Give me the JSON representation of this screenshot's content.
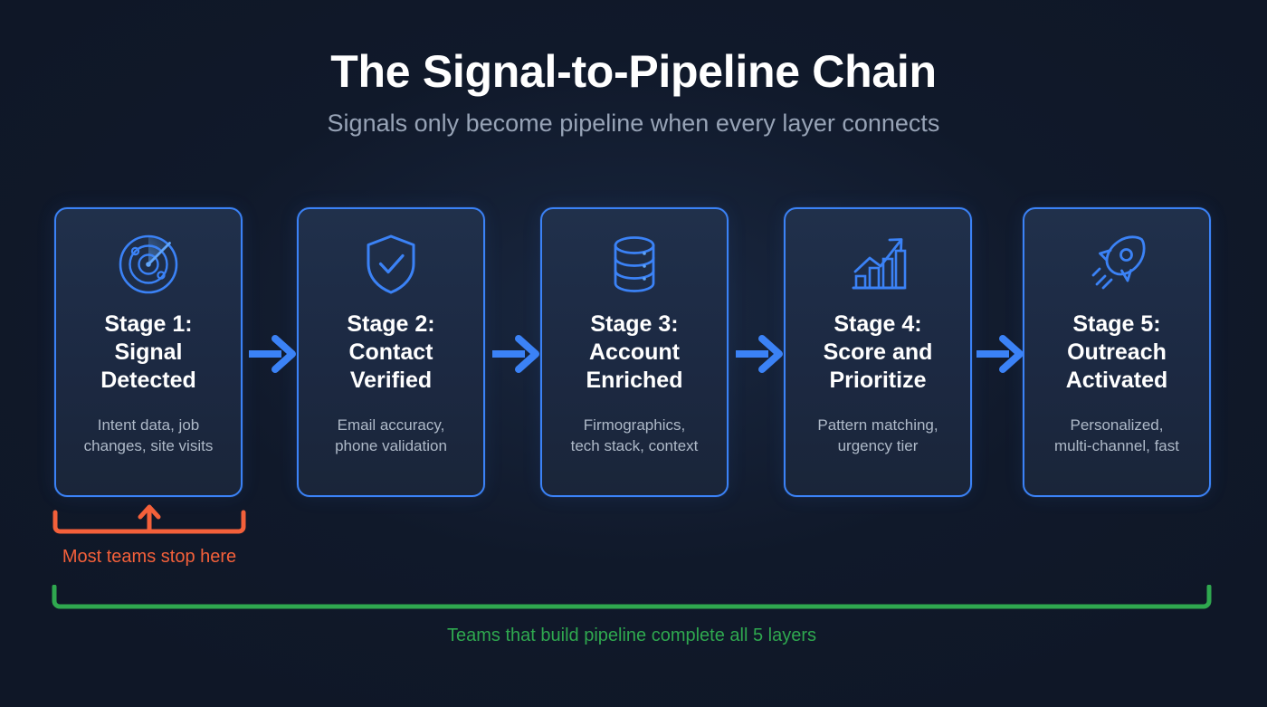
{
  "header": {
    "title": "The Signal-to-Pipeline Chain",
    "subtitle": "Signals only become pipeline when every layer connects"
  },
  "colors": {
    "background": "#0f1727",
    "card_fill": "#1c2942",
    "card_border": "#3b82f6",
    "accent_blue": "#3b82f6",
    "title_text": "#ffffff",
    "subtitle_text": "#97a3b6",
    "desc_text": "#aeb9c8",
    "warning_orange": "#f4603a",
    "success_green": "#2fa84f"
  },
  "stages": [
    {
      "icon": "radar-icon",
      "title": "Stage 1:\nSignal\nDetected",
      "desc": "Intent data, job\nchanges, site visits"
    },
    {
      "icon": "shield-check-icon",
      "title": "Stage 2:\nContact\nVerified",
      "desc": "Email accuracy,\nphone validation"
    },
    {
      "icon": "database-icon",
      "title": "Stage 3:\nAccount\nEnriched",
      "desc": "Firmographics,\ntech stack, context"
    },
    {
      "icon": "bar-chart-growth-icon",
      "title": "Stage 4:\nScore and\nPrioritize",
      "desc": "Pattern matching,\nurgency tier"
    },
    {
      "icon": "rocket-icon",
      "title": "Stage 5:\nOutreach\nActivated",
      "desc": "Personalized,\nmulti-channel, fast"
    }
  ],
  "connectors": {
    "count": 4,
    "icon": "arrow-right-icon"
  },
  "annotations": {
    "stop_point": {
      "label": "Most teams stop here",
      "spans_stages": 1,
      "marker": "up-arrow-bracket"
    },
    "full_chain": {
      "label": "Teams that build pipeline complete all 5 layers",
      "spans_stages": 5,
      "marker": "wide-bracket"
    }
  }
}
